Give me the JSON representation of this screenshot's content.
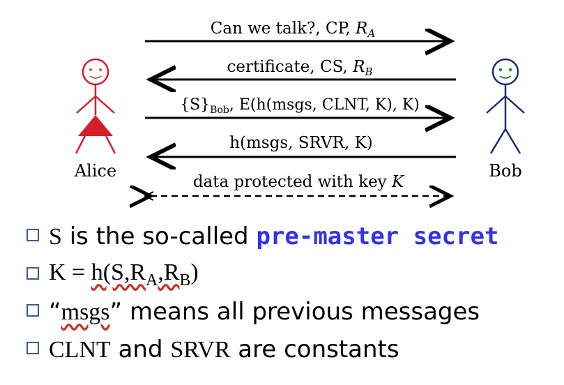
{
  "diagram": {
    "actors": {
      "left": {
        "label": "Alice",
        "face_color": "#b5653a",
        "body_color": "#d21f2a"
      },
      "right": {
        "label": "Bob",
        "face_color": "#2a7a3a",
        "body_color": "#1f2a7a"
      }
    },
    "messages": [
      {
        "text_pre": "Can we talk?, CP, ",
        "text_var": "R",
        "text_sub": "A",
        "direction": "right",
        "style": "solid"
      },
      {
        "text_pre": "certificate, CS, ",
        "text_var": "R",
        "text_sub": "B",
        "direction": "left",
        "style": "solid"
      },
      {
        "text_full": "{S}",
        "text_full_sub": "Bob",
        "text_rest": ", E(h(msgs, CLNT, K), K)",
        "direction": "right",
        "style": "solid"
      },
      {
        "text_full": "h(msgs, SRVR, K)",
        "direction": "left",
        "style": "solid"
      },
      {
        "text_pre": "data protected with key ",
        "text_var": "K",
        "direction": "both",
        "style": "dashed"
      }
    ]
  },
  "bullets": [
    {
      "pre_serif": "S",
      "text": " is the so-called ",
      "emph": "pre-master secret"
    },
    {
      "formula_lhs": "K = ",
      "formula_h": "h(S,R",
      "sub_a": "A",
      "formula_mid": ",R",
      "sub_b": "B",
      "formula_end": ")"
    },
    {
      "quote_open": "“",
      "quoted": "msgs",
      "quote_close": "”",
      "text": " means all previous messages"
    },
    {
      "pre_serif": "CLNT",
      "text_mid": " and ",
      "pre_serif2": "SRVR",
      "text": " are constants"
    }
  ]
}
